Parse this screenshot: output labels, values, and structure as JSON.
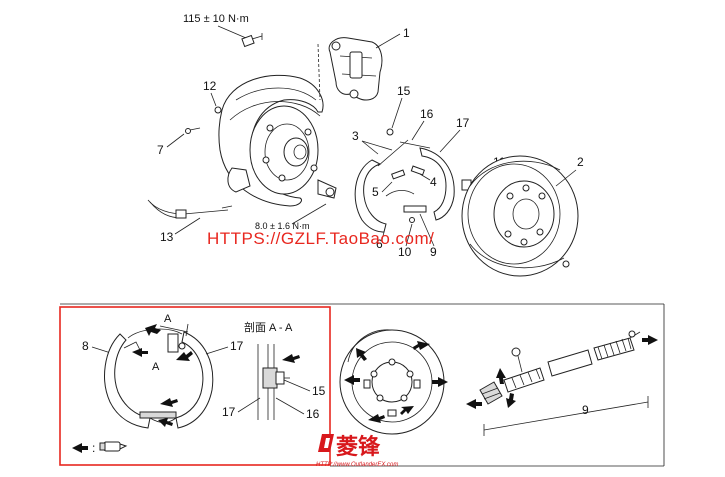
{
  "labels": {
    "torque_top": "115 ± 10 N·m",
    "torque_mid": "8.0 ± 1.6 N·m",
    "callout_1": "1",
    "callout_2": "2",
    "callout_3": "3",
    "callout_4": "4",
    "callout_5": "5",
    "callout_6": "6",
    "callout_7": "7",
    "callout_9": "9",
    "callout_10": "10",
    "callout_11": "11",
    "callout_12": "12",
    "callout_13": "13",
    "callout_15": "15",
    "callout_16": "16",
    "callout_17": "17"
  },
  "detail": {
    "callout_8": "8",
    "callout_17": "17",
    "section_mark": "A",
    "section_mark_lower": "A",
    "section_title": "剖面 A - A",
    "section_15": "15",
    "section_16": "16",
    "section_17": "17"
  },
  "lower_right": {
    "callout_9": "9"
  },
  "watermark": {
    "text": "HTTPS://GZLF.TaoBao.com/"
  },
  "logo": {
    "text": "菱锋",
    "url": "HTTP://www.OutlanderEX.com"
  },
  "colors": {
    "highlight_border": "#e8271f",
    "watermark": "#e8271f",
    "logo": "#d8181c"
  }
}
